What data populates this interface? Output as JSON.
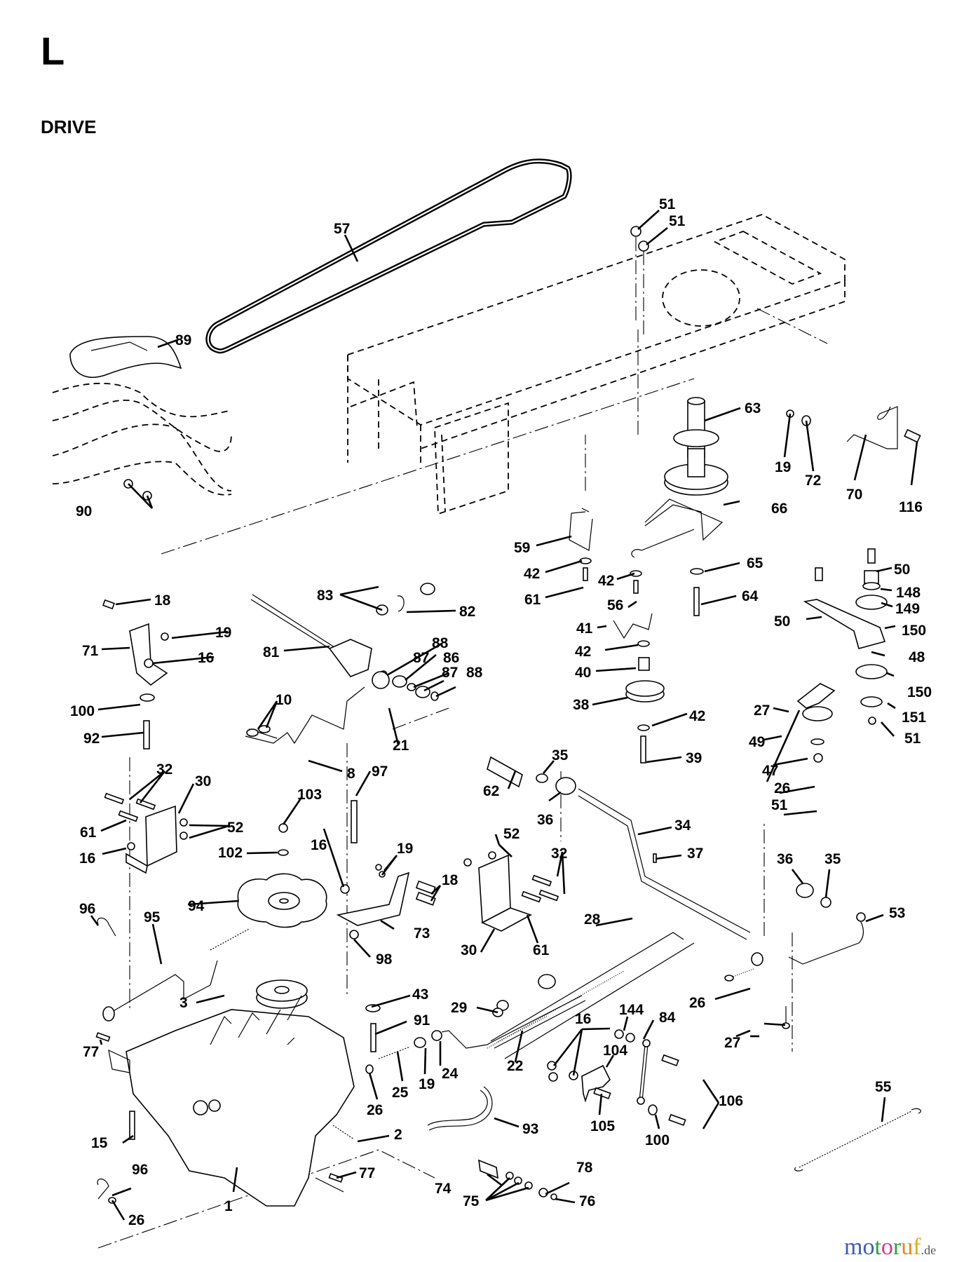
{
  "header": {
    "section_letter": "L",
    "section_title": "DRIVE"
  },
  "diagram": {
    "type": "exploded-parts-diagram",
    "subject": "Riding mower drive assembly",
    "callouts": [
      "57",
      "51",
      "51",
      "89",
      "90",
      "63",
      "19",
      "72",
      "70",
      "116",
      "66",
      "59",
      "42",
      "61",
      "65",
      "42",
      "56",
      "64",
      "41",
      "42",
      "40",
      "38",
      "42",
      "39",
      "18",
      "19",
      "71",
      "16",
      "100",
      "92",
      "83",
      "82",
      "81",
      "88",
      "87",
      "86",
      "87",
      "88",
      "10",
      "21",
      "8",
      "50",
      "148",
      "149",
      "150",
      "50",
      "48",
      "150",
      "27",
      "151",
      "51",
      "49",
      "47",
      "26",
      "51",
      "32",
      "30",
      "61",
      "52",
      "16",
      "103",
      "102",
      "16",
      "97",
      "19",
      "18",
      "94",
      "73",
      "98",
      "62",
      "35",
      "36",
      "34",
      "37",
      "52",
      "32",
      "30",
      "61",
      "36",
      "35",
      "53",
      "96",
      "95",
      "28",
      "26",
      "3",
      "43",
      "29",
      "91",
      "22",
      "77",
      "16",
      "144",
      "84",
      "104",
      "106",
      "27",
      "15",
      "26",
      "25",
      "19",
      "24",
      "105",
      "100",
      "93",
      "2",
      "96",
      "77",
      "74",
      "78",
      "75",
      "76",
      "26",
      "1",
      "55"
    ]
  },
  "watermark": {
    "letters": [
      "m",
      "o",
      "t",
      "o",
      "r",
      "u",
      "f"
    ],
    "colors": [
      "#3a5fb0",
      "#3a5fb0",
      "#2e9e3e",
      "#d93a8a",
      "#2e9e3e",
      "#e08a1a",
      "#d8b020"
    ],
    "tld": ".de"
  }
}
